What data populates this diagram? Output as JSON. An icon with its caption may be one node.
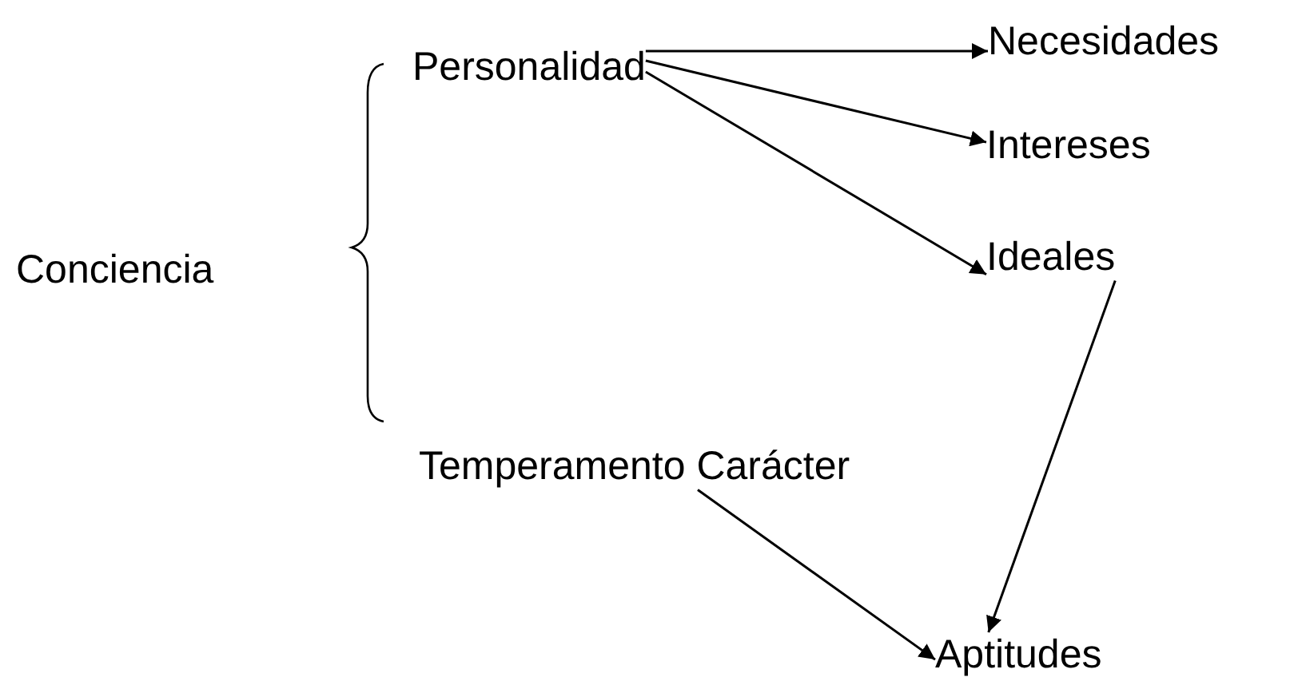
{
  "diagram": {
    "nodes": [
      {
        "text": [
          "Conciencia"
        ]
      },
      {
        "text": [
          "Personalidad"
        ]
      },
      {
        "text": [
          "Necesidades"
        ]
      },
      {
        "text": [
          "Intereses"
        ]
      },
      {
        "text": [
          "Ideales"
        ]
      },
      {
        "text": [
          "Temperamento Carácter"
        ]
      },
      {
        "text": [
          "Aptitudes"
        ]
      }
    ],
    "edges": [
      {
        "from": 1,
        "to": 2,
        "arrow": "to"
      },
      {
        "from": 1,
        "to": 3,
        "arrow": "to"
      },
      {
        "from": 1,
        "to": 4,
        "arrow": "to"
      },
      {
        "from": 4,
        "to": 6,
        "arrow": "to"
      },
      {
        "from": 5,
        "to": 6,
        "arrow": "to"
      }
    ]
  }
}
